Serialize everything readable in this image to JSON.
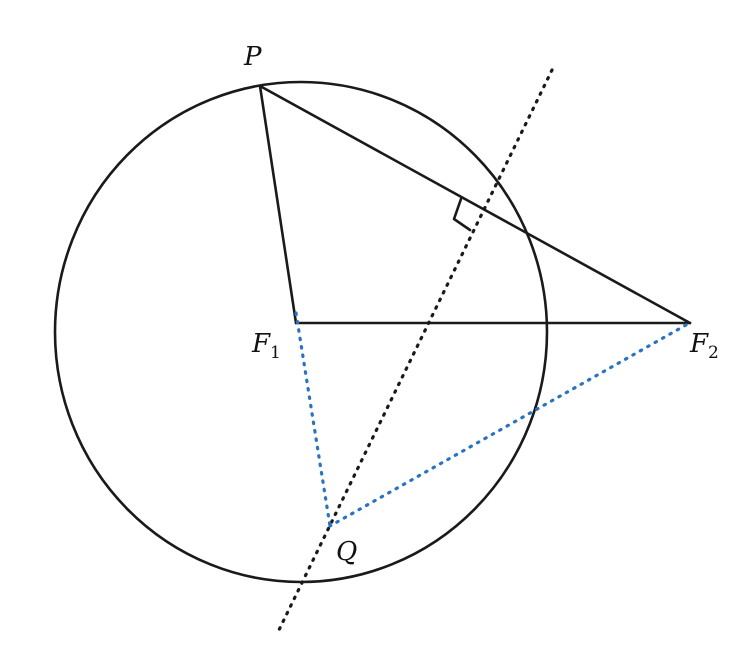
{
  "labels": {
    "P": "P",
    "Q": "Q",
    "F1": {
      "main": "F",
      "sub": "1"
    },
    "F2": {
      "main": "F",
      "sub": "2"
    }
  },
  "colors": {
    "line": "#1a1a1a",
    "dotted_blue": "#2a73c0"
  }
}
